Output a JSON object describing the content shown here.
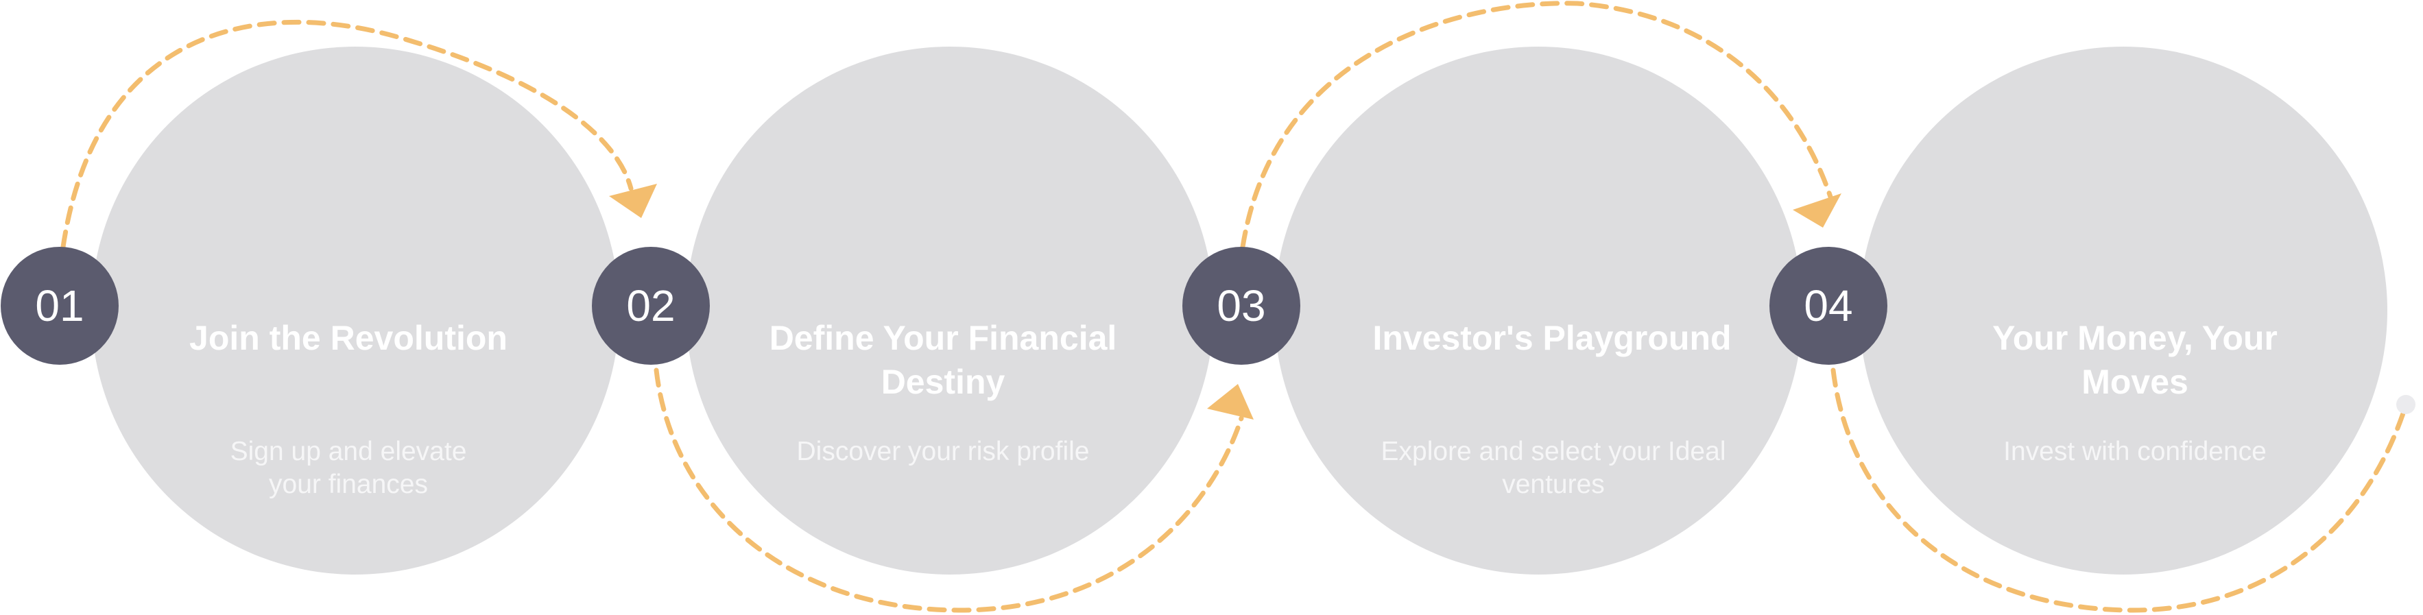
{
  "colors": {
    "circle": "#dddddf",
    "badge": "#5b5b6e",
    "badge_text": "#ffffff",
    "title_text": "#ffffff",
    "desc_text": "#f6f6f7",
    "connector": "#f3bd6e",
    "end_dot": "#ebebee"
  },
  "steps": [
    {
      "number": "01",
      "title": "Join the Revolution",
      "description": "Sign up and elevate\nyour finances"
    },
    {
      "number": "02",
      "title": "Define Your Financial\nDestiny",
      "description": "Discover your risk profile"
    },
    {
      "number": "03",
      "title": "Investor's Playground",
      "description": "Explore and select your Ideal\nventures"
    },
    {
      "number": "04",
      "title": "Your Money, Your\nMoves",
      "description": "Invest with confidence"
    }
  ]
}
